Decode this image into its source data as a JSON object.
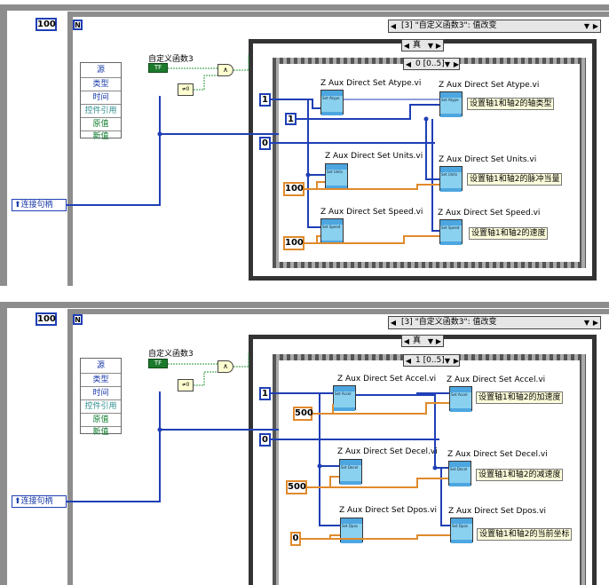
{
  "panels": [
    {
      "loop_count": "100",
      "loop_terminal": "N",
      "event_case": "[3] \"自定义函数3\": 值改变",
      "event_data": [
        "源",
        "类型",
        "时间",
        "控件引用",
        "原值",
        "新值"
      ],
      "ref_label": "连接句柄",
      "bool_label": "自定义函数3",
      "bool_text": "TF",
      "case_true": "真",
      "seq_frame": "0 [0..5]",
      "axis_type_const": "1",
      "axis_const": "1",
      "base_const": "0",
      "units_const": "100",
      "speed_const": "100",
      "vis": [
        "Z Aux Direct Set Atype.vi",
        "Z Aux Direct Set Atype.vi",
        "Z Aux Direct Set Units.vi",
        "Z Aux Direct Set Units.vi",
        "Z Aux Direct Set Speed.vi",
        "Z Aux Direct Set Speed.vi"
      ],
      "comments": [
        "设置轴1和轴2的轴类型",
        "设置轴1和轴2的脉冲当量",
        "设置轴1和轴2的速度"
      ]
    },
    {
      "loop_count": "100",
      "loop_terminal": "N",
      "event_case": "[3] \"自定义函数3\": 值改变",
      "event_data": [
        "源",
        "类型",
        "时间",
        "控件引用",
        "原值",
        "新值"
      ],
      "ref_label": "连接句柄",
      "bool_label": "自定义函数3",
      "bool_text": "TF",
      "case_true": "真",
      "seq_frame": "1 [0..5]",
      "axis_const": "1",
      "base_const": "0",
      "accel_const": "500",
      "decel_const": "500",
      "dpos_const": "0",
      "vis": [
        "Z Aux Direct Set Accel.vi",
        "Z Aux Direct Set Accel.vi",
        "Z Aux Direct Set Decel.vi",
        "Z Aux Direct Set Decel.vi",
        "Z Aux Direct Set Dpos.vi",
        "Z Aux Direct Set Dpos.vi"
      ],
      "comments": [
        "设置轴1和轴2的加速度",
        "设置轴1和轴2的减速度",
        "设置轴1和轴2的当前坐标"
      ]
    }
  ],
  "colors": {
    "wire_blue": "#1f3fb5",
    "wire_orange": "#e08a2c",
    "wire_green": "#2c9a3c",
    "frame_gray": "#8d8d8d"
  }
}
